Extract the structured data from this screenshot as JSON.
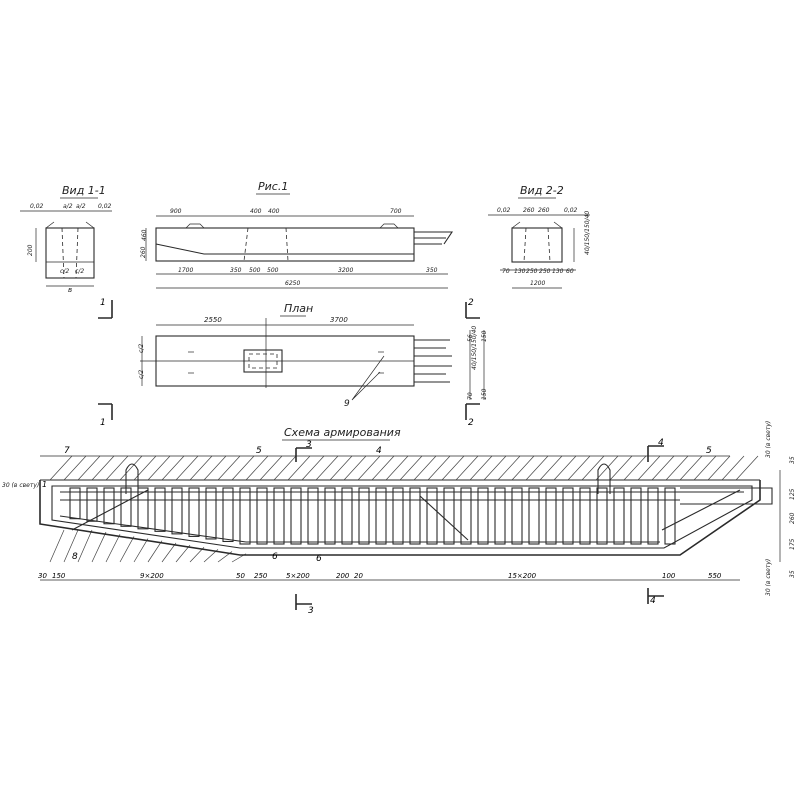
{
  "titles": {
    "view1": "Вид 1-1",
    "fig": "Рис.1",
    "view2": "Вид 2-2",
    "plan": "План",
    "scheme": "Схема армирования"
  },
  "view1": {
    "d1": "0,02",
    "d2": "а/2",
    "d3": "а/2",
    "d4": "0,02",
    "h": "200",
    "c1": "с/2",
    "c2": "с/2",
    "b": "в"
  },
  "elevation": {
    "top1": "900",
    "top2": "400",
    "top3": "400",
    "top4": "700",
    "left1": "260",
    "left2": "460",
    "bot1": "1700",
    "bot2": "350",
    "bot3": "500",
    "bot4": "500",
    "bot5": "3200",
    "bot6": "350",
    "total": "6250"
  },
  "view2": {
    "d1": "0,02",
    "d2": "260",
    "d3": "260",
    "d4": "0,02",
    "w": "1200",
    "bot": "70",
    "bot2": "130",
    "bot3": "250",
    "bot4": "250",
    "bot5": "130",
    "bot6": "60",
    "side": "40/150/150/40"
  },
  "plan": {
    "len1": "2550",
    "len2": "3700",
    "left1": "с/2",
    "left2": "с/2",
    "r1": "56",
    "r2": "150",
    "r3": "70",
    "r4": "150",
    "rs": "40/150/150/40",
    "mark": "9"
  },
  "markers": {
    "one": "1",
    "two": "2",
    "three": "3",
    "four": "4"
  },
  "scheme": {
    "left_note": "30 (в свету)",
    "right_note_top": "30 (в свету)",
    "right_note_bot": "30 (в свету)",
    "r_dims": [
      "125",
      "260",
      "175"
    ],
    "r_top": "35",
    "r_bot": "35",
    "marks": [
      "7",
      "5",
      "4",
      "5",
      "8",
      "6",
      "6",
      "1"
    ],
    "bot_dims": [
      "30",
      "150",
      "9×200",
      "50",
      "250",
      "5×200",
      "200",
      "20",
      "15×200",
      "100",
      "550"
    ]
  }
}
